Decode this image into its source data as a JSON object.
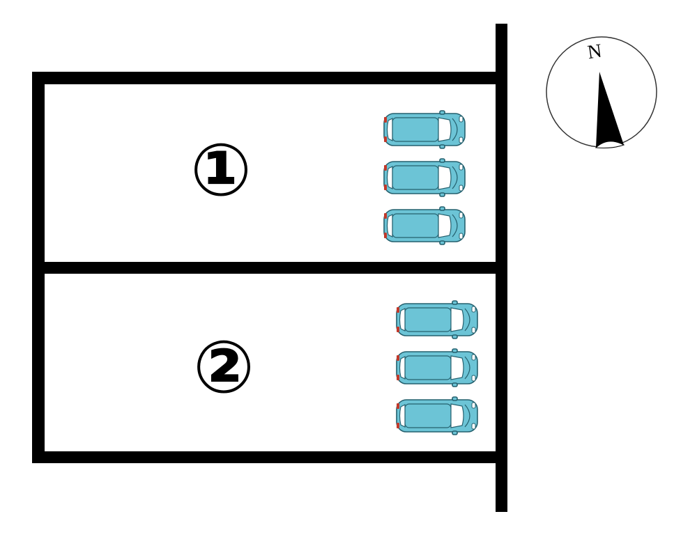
{
  "plots": [
    {
      "label": "①",
      "parking_spaces": 3
    },
    {
      "label": "②",
      "parking_spaces": 3
    }
  ],
  "compass": {
    "north_label": "N",
    "icon": "north-arrow-icon"
  },
  "car": {
    "icon": "car-topview-icon"
  },
  "colors": {
    "wall": "#000000",
    "background": "#ffffff",
    "car_body": "#6cc4d6",
    "car_outline": "#24606e",
    "car_window": "#ffffff",
    "tail_light": "#c0392b"
  }
}
